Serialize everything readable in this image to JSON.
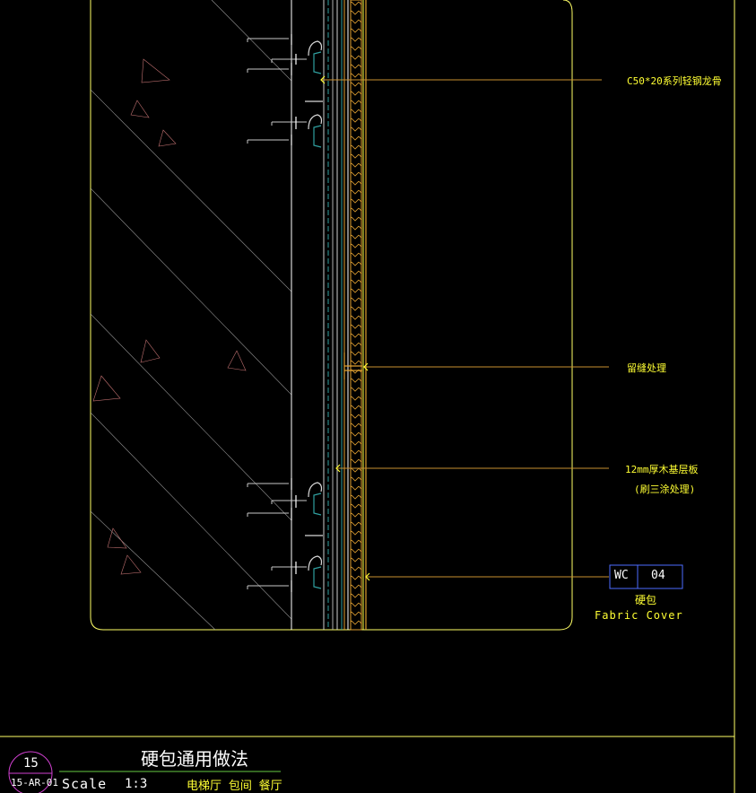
{
  "callouts": {
    "keel": "C50*20系列轻钢龙骨",
    "joint": "留缝处理",
    "board_line1": "12mm厚木基层板",
    "board_line2": "(刷三涂处理)",
    "material_name": "硬包",
    "material_en": "Fabric Cover"
  },
  "tag": {
    "code": "WC",
    "number": "04"
  },
  "title_block": {
    "title": "硬包通用做法",
    "scale_label": "Scale",
    "scale_value": "1:3",
    "rooms": "电梯厅 包间 餐厅",
    "detail_number": "15",
    "sheet_ref": "15-AR-01"
  },
  "colors": {
    "background": "#000000",
    "frame": "#ffff66",
    "leader": "#c89030",
    "text_yellow": "#ffff33",
    "tag_blue": "#4d6dff",
    "bubble_magenta": "#d040d0",
    "green_line": "#66cc44",
    "cyan": "#30a0a0"
  }
}
